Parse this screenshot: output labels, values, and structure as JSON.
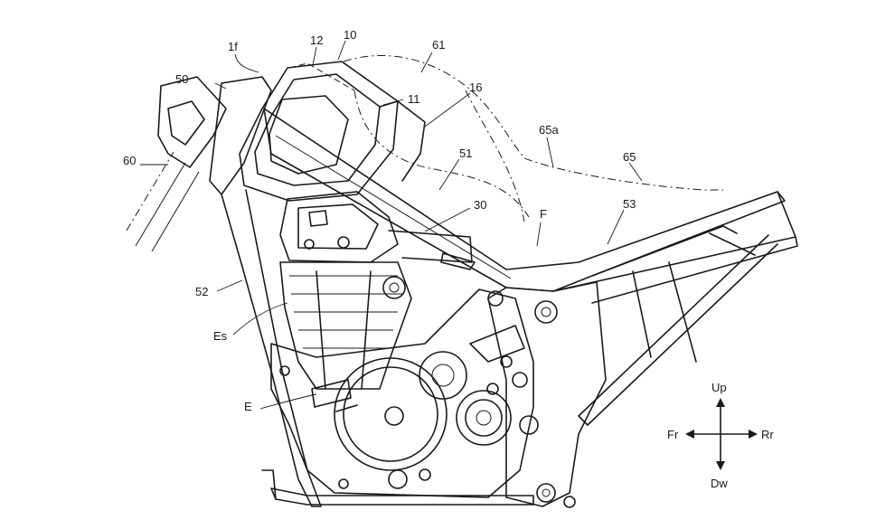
{
  "labels": {
    "l1f": "1f",
    "l12": "12",
    "l10": "10",
    "l61": "61",
    "l50": "50",
    "l11": "11",
    "l16": "16",
    "l65a": "65a",
    "l60": "60",
    "l51": "51",
    "l65": "65",
    "l30": "30",
    "lF": "F",
    "l53": "53",
    "l52": "52",
    "lEs": "Es",
    "lE": "E"
  },
  "compass": {
    "up": "Up",
    "down": "Dw",
    "front": "Fr",
    "rear": "Rr"
  }
}
